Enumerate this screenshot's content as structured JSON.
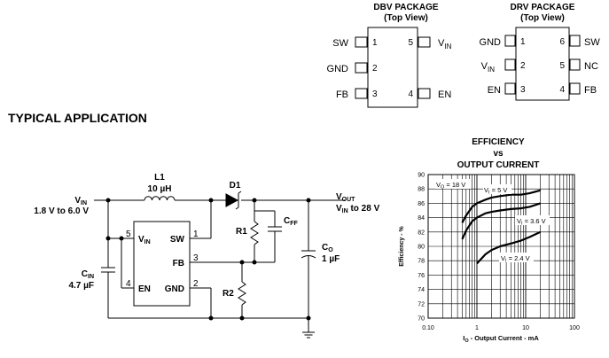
{
  "dbv": {
    "title": "DBV PACKAGE",
    "subtitle": "(Top View)",
    "pins": [
      {
        "num": "1",
        "name": "SW"
      },
      {
        "num": "2",
        "name": "GND"
      },
      {
        "num": "3",
        "name": "FB"
      },
      {
        "num": "4",
        "name": "EN"
      },
      {
        "num": "5",
        "name": "V",
        "sub": "IN"
      }
    ]
  },
  "drv": {
    "title": "DRV PACKAGE",
    "subtitle": "(Top View)",
    "pins": [
      {
        "num": "1",
        "name": "GND"
      },
      {
        "num": "2",
        "name": "V",
        "sub": "IN"
      },
      {
        "num": "3",
        "name": "EN"
      },
      {
        "num": "4",
        "name": "FB"
      },
      {
        "num": "5",
        "name": "NC"
      },
      {
        "num": "6",
        "name": "SW"
      }
    ]
  },
  "section_title": "TYPICAL APPLICATION",
  "schematic": {
    "vin": {
      "name": "V",
      "sub": "IN",
      "range": "1.8 V to 6.0 V"
    },
    "l1": {
      "ref": "L1",
      "value": "10 µH"
    },
    "d1": {
      "ref": "D1"
    },
    "vout": {
      "name": "V",
      "sub": "OUT",
      "range_pre": "V",
      "range_sub": "IN",
      "range_post": " to 28 V"
    },
    "r1": "R1",
    "r2": "R2",
    "cff": {
      "name": "C",
      "sub": "FF"
    },
    "co": {
      "name": "C",
      "sub": "O",
      "value": "1 µF"
    },
    "cin": {
      "name": "C",
      "sub": "IN",
      "value": "4.7 µF"
    },
    "ic_pins": [
      {
        "num": "5",
        "name": "V",
        "sub": "IN"
      },
      {
        "num": "1",
        "name": "SW"
      },
      {
        "num": "3",
        "name": "FB"
      },
      {
        "num": "4",
        "name": "EN"
      },
      {
        "num": "2",
        "name": "GND"
      }
    ]
  },
  "chart_data": {
    "type": "line",
    "title_lines": [
      "EFFICIENCY",
      "vs",
      "OUTPUT CURRENT"
    ],
    "xlabel": "I",
    "xlabel_sub": "O",
    "xlabel_rest": " - Output Current - mA",
    "ylabel": "Efficiency - %",
    "xscale": "log",
    "xlim": [
      0.1,
      100
    ],
    "ylim": [
      70,
      90
    ],
    "xticks": [
      "0.10",
      "1",
      "10",
      "100"
    ],
    "yticks": [
      "90",
      "88",
      "86",
      "84",
      "82",
      "80",
      "78",
      "76",
      "74",
      "72",
      "70"
    ],
    "grid": true,
    "annotations": [
      {
        "pre": "V",
        "sub": "O",
        "post": " = 18 V"
      },
      {
        "pre": "V",
        "sub": "I",
        "post": " = 5 V"
      },
      {
        "pre": "V",
        "sub": "I",
        "post": " = 3.6 V"
      },
      {
        "pre": "V",
        "sub": "I",
        "post": " = 2.4 V"
      }
    ],
    "series": [
      {
        "name": "VI = 5 V",
        "x": [
          0.5,
          0.6,
          0.8,
          1,
          1.5,
          2,
          3,
          5,
          8,
          12,
          20
        ],
        "y": [
          83.3,
          84.3,
          85.5,
          86,
          86.5,
          86.8,
          87,
          87.2,
          87.2,
          87.4,
          87.8
        ]
      },
      {
        "name": "VI = 3.6 V",
        "x": [
          0.5,
          0.6,
          0.8,
          1,
          1.5,
          2,
          3,
          5,
          8,
          12,
          20
        ],
        "y": [
          81,
          82.2,
          83.5,
          84,
          84.6,
          84.8,
          85,
          85.2,
          85.3,
          85.5,
          86
        ]
      },
      {
        "name": "VI = 2.4 V",
        "x": [
          1,
          1.2,
          1.5,
          2,
          3,
          5,
          8,
          12,
          20
        ],
        "y": [
          77.6,
          78.2,
          78.9,
          79.5,
          80,
          80.4,
          80.8,
          81.3,
          82
        ]
      }
    ]
  }
}
